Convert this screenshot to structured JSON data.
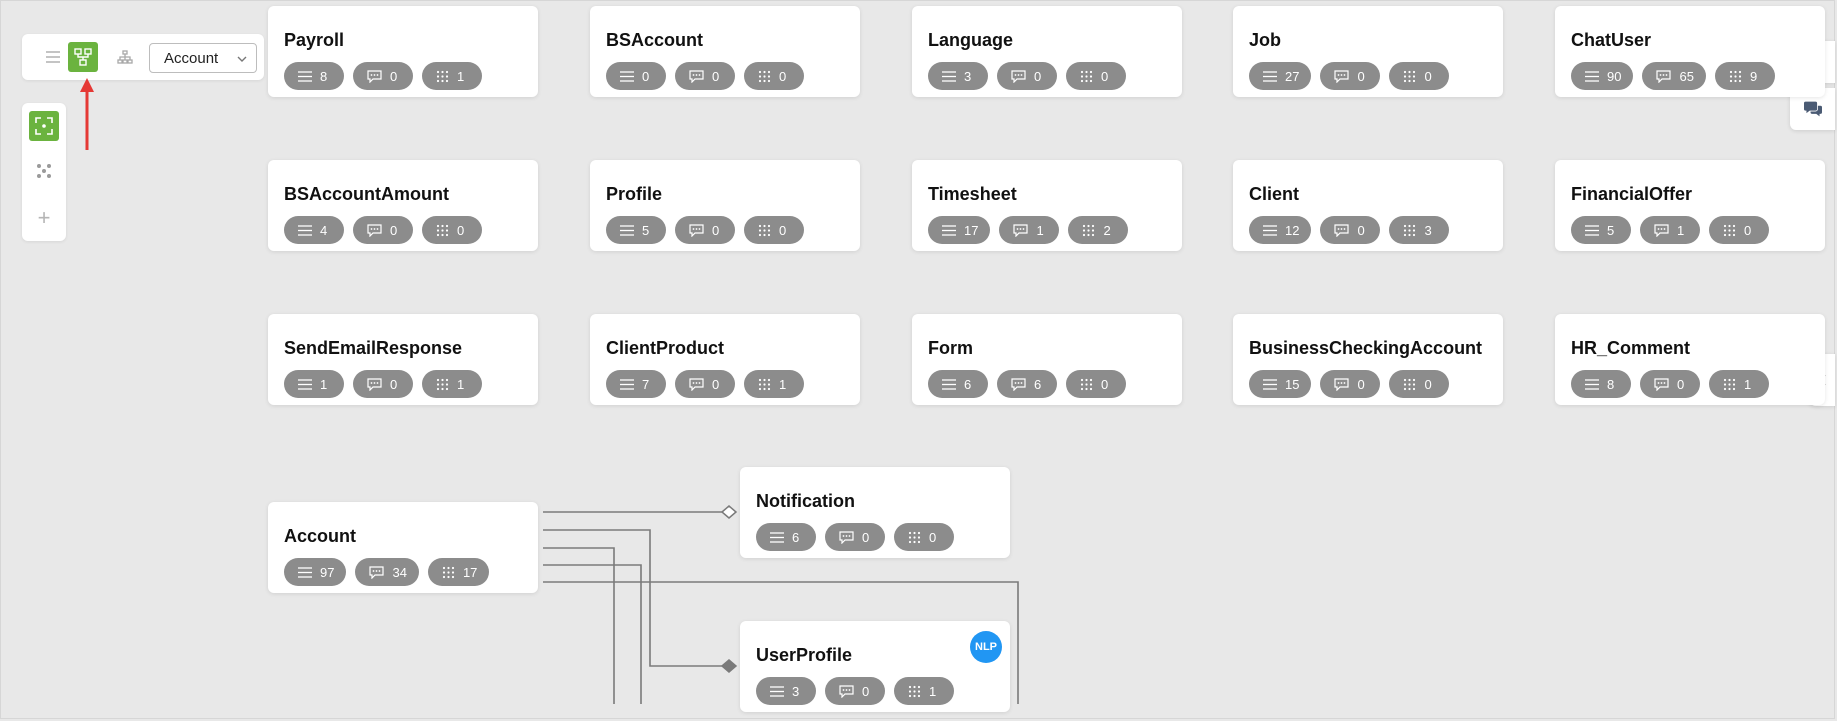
{
  "toolbar": {
    "selected_entity": "Account",
    "icons": [
      "menu-icon",
      "model-view-icon",
      "tree-view-icon",
      "chevron-down-icon"
    ]
  },
  "vtool": {
    "icons": [
      "fit-screen-icon",
      "layout-dots-icon",
      "plus-icon"
    ]
  },
  "right_panel": {
    "icons": [
      "gear-icon",
      "chat-icon",
      "chevron-left-icon"
    ]
  },
  "colors": {
    "accent_green": "#6bb33f",
    "pill_gray": "#8c8c8c",
    "nlp_blue": "#2196f3",
    "annotation_red": "#e53935"
  },
  "cards": [
    {
      "title": "Payroll",
      "fields": "8",
      "comments": "0",
      "relations": "1"
    },
    {
      "title": "BSAccount",
      "fields": "0",
      "comments": "0",
      "relations": "0"
    },
    {
      "title": "Language",
      "fields": "3",
      "comments": "0",
      "relations": "0"
    },
    {
      "title": "Job",
      "fields": "27",
      "comments": "0",
      "relations": "0"
    },
    {
      "title": "ChatUser",
      "fields": "90",
      "comments": "65",
      "relations": "9"
    },
    {
      "title": "BSAccountAmount",
      "fields": "4",
      "comments": "0",
      "relations": "0"
    },
    {
      "title": "Profile",
      "fields": "5",
      "comments": "0",
      "relations": "0"
    },
    {
      "title": "Timesheet",
      "fields": "17",
      "comments": "1",
      "relations": "2"
    },
    {
      "title": "Client",
      "fields": "12",
      "comments": "0",
      "relations": "3"
    },
    {
      "title": "FinancialOffer",
      "fields": "5",
      "comments": "1",
      "relations": "0"
    },
    {
      "title": "SendEmailResponse",
      "fields": "1",
      "comments": "0",
      "relations": "1"
    },
    {
      "title": "ClientProduct",
      "fields": "7",
      "comments": "0",
      "relations": "1"
    },
    {
      "title": "Form",
      "fields": "6",
      "comments": "6",
      "relations": "0"
    },
    {
      "title": "BusinessCheckingAccount",
      "fields": "15",
      "comments": "0",
      "relations": "0"
    },
    {
      "title": "HR_Comment",
      "fields": "8",
      "comments": "0",
      "relations": "1"
    },
    {
      "title": "Account",
      "fields": "97",
      "comments": "34",
      "relations": "17"
    },
    {
      "title": "Notification",
      "fields": "6",
      "comments": "0",
      "relations": "0"
    },
    {
      "title": "UserProfile",
      "fields": "3",
      "comments": "0",
      "relations": "1",
      "badge": "NLP"
    }
  ]
}
